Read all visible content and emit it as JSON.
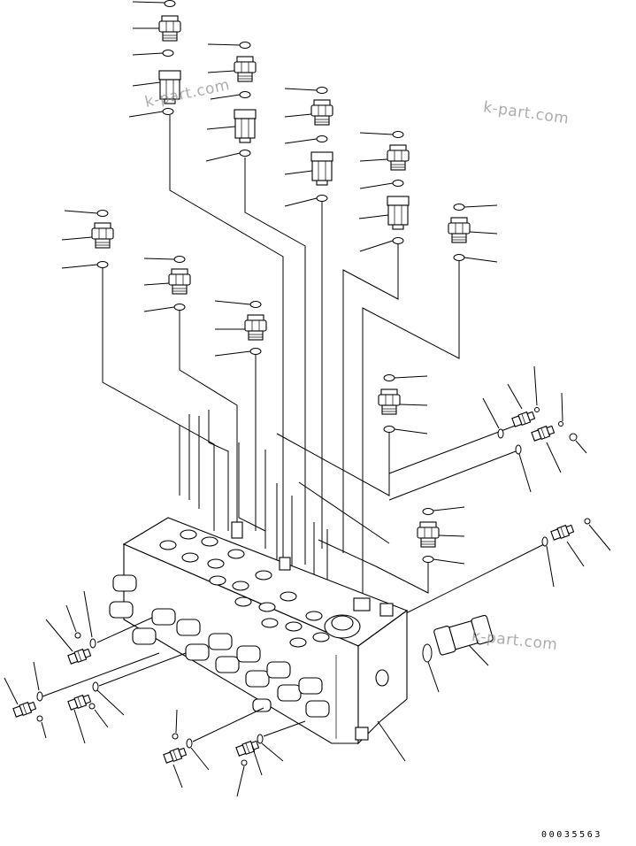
{
  "watermarks": [
    "k-part.com",
    "k-part.com",
    "k-part.com"
  ],
  "drawing_number": "00035563",
  "colors": {
    "line": "#000000",
    "watermark": "#8a8a8a",
    "background": "#ffffff"
  }
}
